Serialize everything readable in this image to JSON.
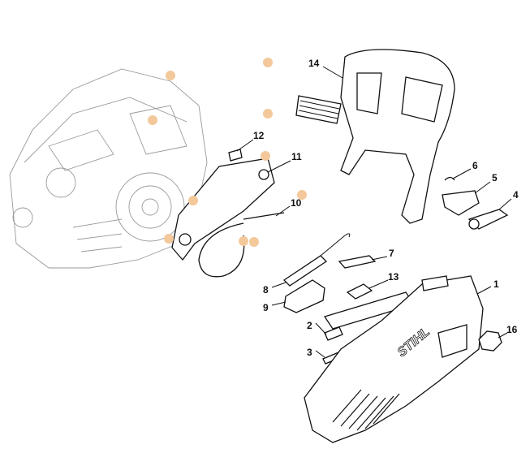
{
  "diagram": {
    "labels": [
      "14",
      "12",
      "11",
      "10",
      "6",
      "5",
      "4",
      "7",
      "13",
      "8",
      "9",
      "1",
      "2",
      "3",
      "16"
    ],
    "logo_text": "STIHL",
    "colors": {
      "line": "#111111",
      "engine": "#9a9a9a",
      "hotspot": "#f3c89a"
    }
  }
}
